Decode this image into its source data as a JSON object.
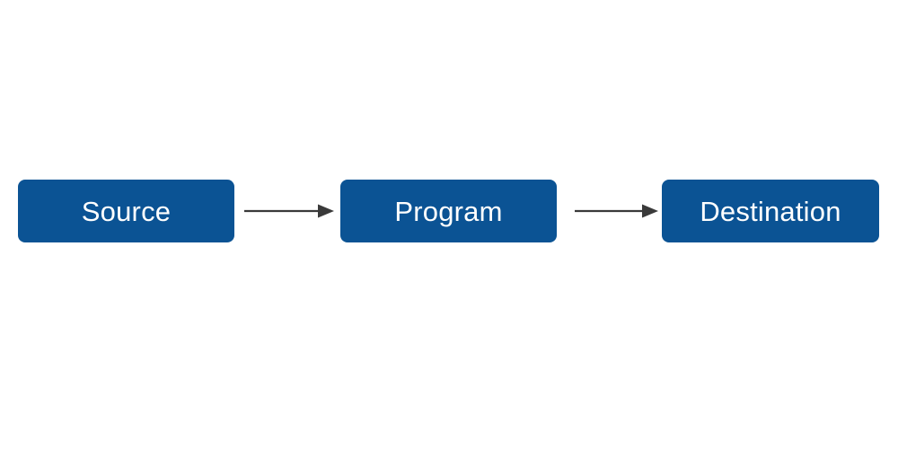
{
  "diagram": {
    "title": "Source to Program to Destination flow",
    "type": "flowchart",
    "background_color": "#FFFFFF",
    "node_fill_color": "#0B5394",
    "node_text_color": "#FFFFFF",
    "arrow_color": "#3A3A3A",
    "nodes": [
      {
        "id": "source",
        "label": "Source"
      },
      {
        "id": "program",
        "label": "Program"
      },
      {
        "id": "destination",
        "label": "Destination"
      }
    ],
    "connectors": [
      {
        "id": "arrow-source-to-program",
        "from": "source",
        "to": "program",
        "label": "",
        "style": "solid-arrow"
      },
      {
        "id": "arrow-program-to-destination",
        "from": "program",
        "to": "destination",
        "label": "",
        "style": "solid-arrow"
      }
    ]
  }
}
